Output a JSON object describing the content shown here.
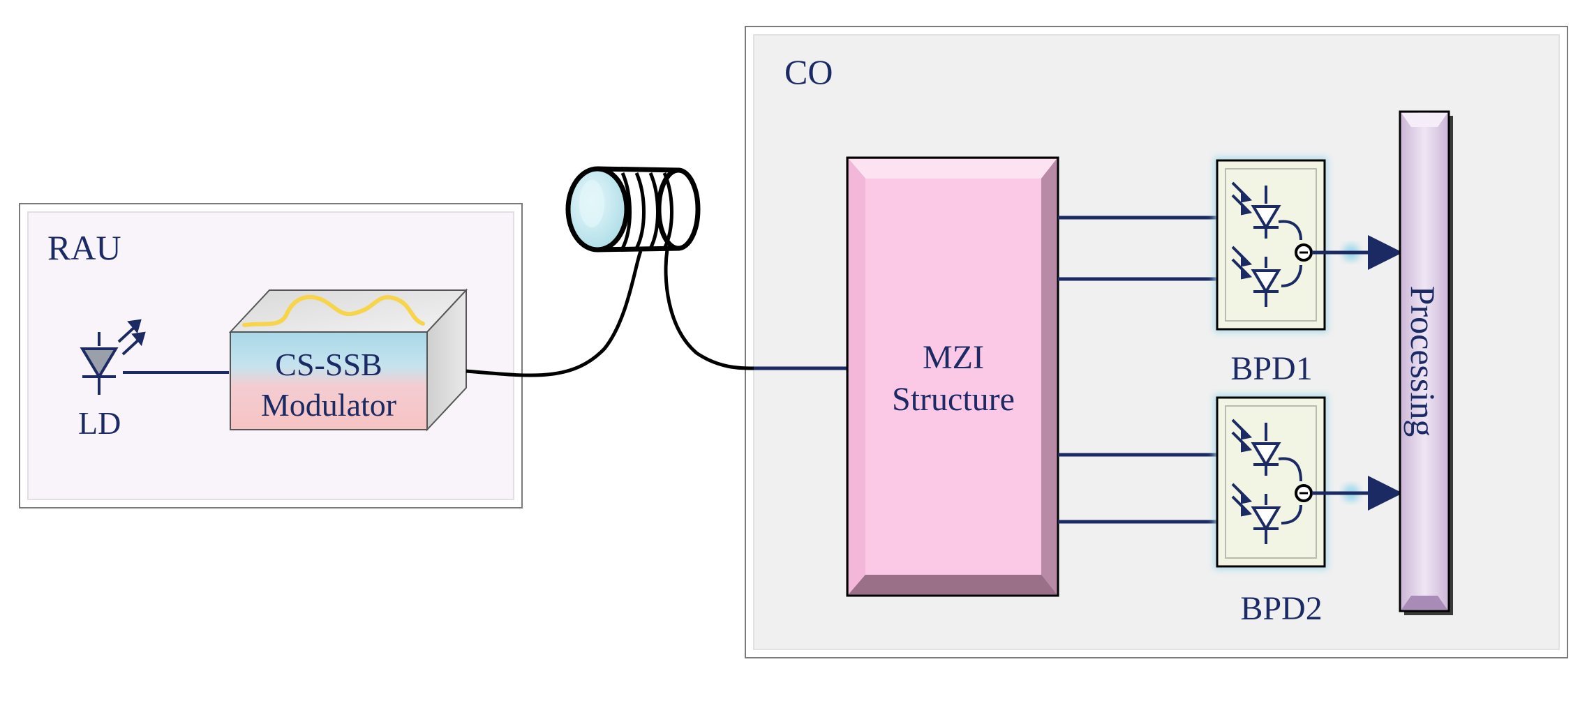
{
  "blocks": {
    "rau_label": "RAU",
    "co_label": "CO",
    "ld_label": "LD",
    "modulator_line1": "CS-SSB",
    "modulator_line2": "Modulator",
    "mzi_line1": "MZI",
    "mzi_line2": "Structure",
    "bpd1_label": "BPD1",
    "bpd2_label": "BPD2",
    "processing_label": "Processing"
  },
  "icons": {
    "laser_diode": "laser-diode-icon",
    "fiber_spool": "fiber-spool-icon",
    "photodiode": "photodiode-icon"
  },
  "colors": {
    "text": "#1b2a63",
    "line": "#1b2a63",
    "fiber": "#000000",
    "rau_fill": "#f8f4fa",
    "co_fill": "#f0f0f0",
    "mzi_fill": "#fbc9e6",
    "modulator_top": "#a9d8e8",
    "modulator_bottom": "#f7c7c7",
    "bpd_fill": "#f2f5e4",
    "bpd_glow": "#9fd9ec",
    "processing_fill": "#e6d7ee",
    "electrode": "#f7d44a"
  }
}
